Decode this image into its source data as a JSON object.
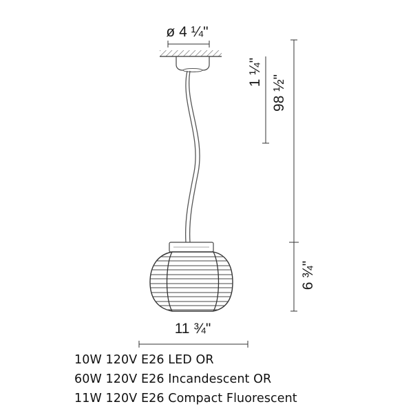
{
  "dimensions": {
    "canopy_diameter": "ø 4 ¼\"",
    "canopy_height": "1 ¼\"",
    "overall_height": "98 ½\"",
    "shade_height": "6 ¾\"",
    "shade_width": "11 ¾\""
  },
  "specs": [
    "10W 120V E26 LED OR",
    "60W 120V E26 Incandescent OR",
    "11W 120V E26 Compact Fluorescent"
  ],
  "colors": {
    "line": "#333333",
    "text": "#1a1a1a"
  }
}
